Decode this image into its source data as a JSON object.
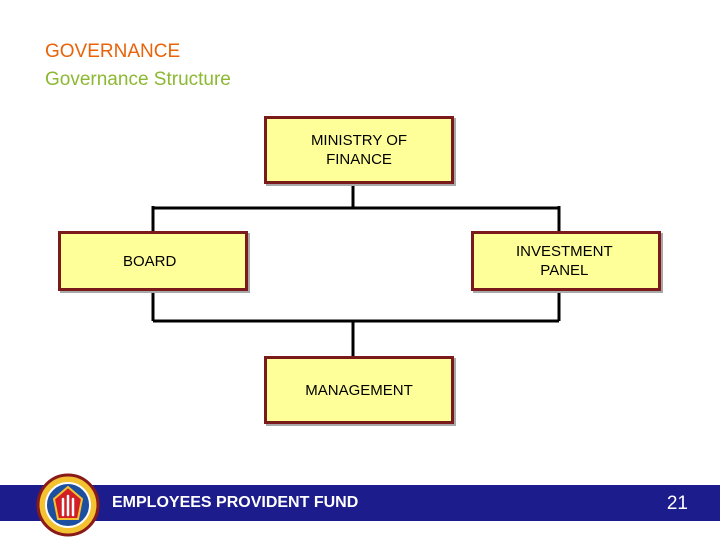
{
  "heading": {
    "title": "GOVERNANCE",
    "subtitle": "Governance Structure"
  },
  "org_chart": {
    "nodes": {
      "ministry": "MINISTRY OF\nFINANCE",
      "board": "BOARD",
      "investment_panel": "INVESTMENT\nPANEL",
      "management": "MANAGEMENT"
    }
  },
  "footer": {
    "label": "EMPLOYEES PROVIDENT FUND",
    "page_number": "21"
  },
  "colors": {
    "title": "#e8630a",
    "subtitle": "#8cb832",
    "box_fill": "#ffff99",
    "box_border": "#7a1a1a",
    "footer_bar": "#1c1c8c"
  }
}
